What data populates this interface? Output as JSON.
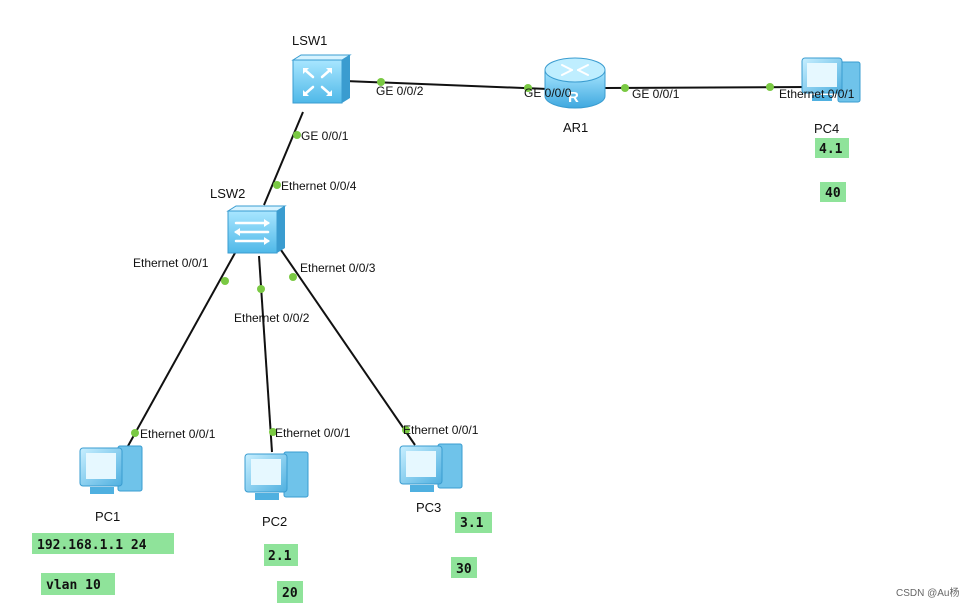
{
  "devices": {
    "lsw1": {
      "label": "LSW1",
      "icon": "switch-icon"
    },
    "lsw2": {
      "label": "LSW2",
      "icon": "switch-icon"
    },
    "ar1": {
      "label": "AR1",
      "icon": "router-icon"
    },
    "pc1": {
      "label": "PC1",
      "icon": "pc-icon"
    },
    "pc2": {
      "label": "PC2",
      "icon": "pc-icon"
    },
    "pc3": {
      "label": "PC3",
      "icon": "pc-icon"
    },
    "pc4": {
      "label": "PC4",
      "icon": "pc-icon"
    }
  },
  "ports": {
    "lsw1_ge002": "GE 0/0/2",
    "lsw1_ge001": "GE 0/0/1",
    "ar1_ge000": "GE 0/0/0",
    "ar1_ge001": "GE 0/0/1",
    "pc4_eth": "Ethernet 0/0/1",
    "lsw2_eth004": "Ethernet 0/0/4",
    "lsw2_eth001": "Ethernet 0/0/1",
    "lsw2_eth002": "Ethernet 0/0/2",
    "lsw2_eth003": "Ethernet 0/0/3",
    "pc1_eth": "Ethernet 0/0/1",
    "pc2_eth": "Ethernet 0/0/1",
    "pc3_eth": "Ethernet 0/0/1"
  },
  "notes": {
    "pc1_ip": "192.168.1.1 24",
    "pc1_vlan": "vlan 10",
    "pc2_ip": "2.1",
    "pc2_vlan": "20",
    "pc3_ip": "3.1",
    "pc3_vlan": "30",
    "pc4_ip": "4.1",
    "pc4_vlan": "40"
  },
  "colors": {
    "link": "#111111",
    "port_dot": "#7ac943",
    "note_bg": "#8fe39a",
    "device_blue": "#7fd0f5"
  },
  "watermark": "CSDN @Au杨"
}
